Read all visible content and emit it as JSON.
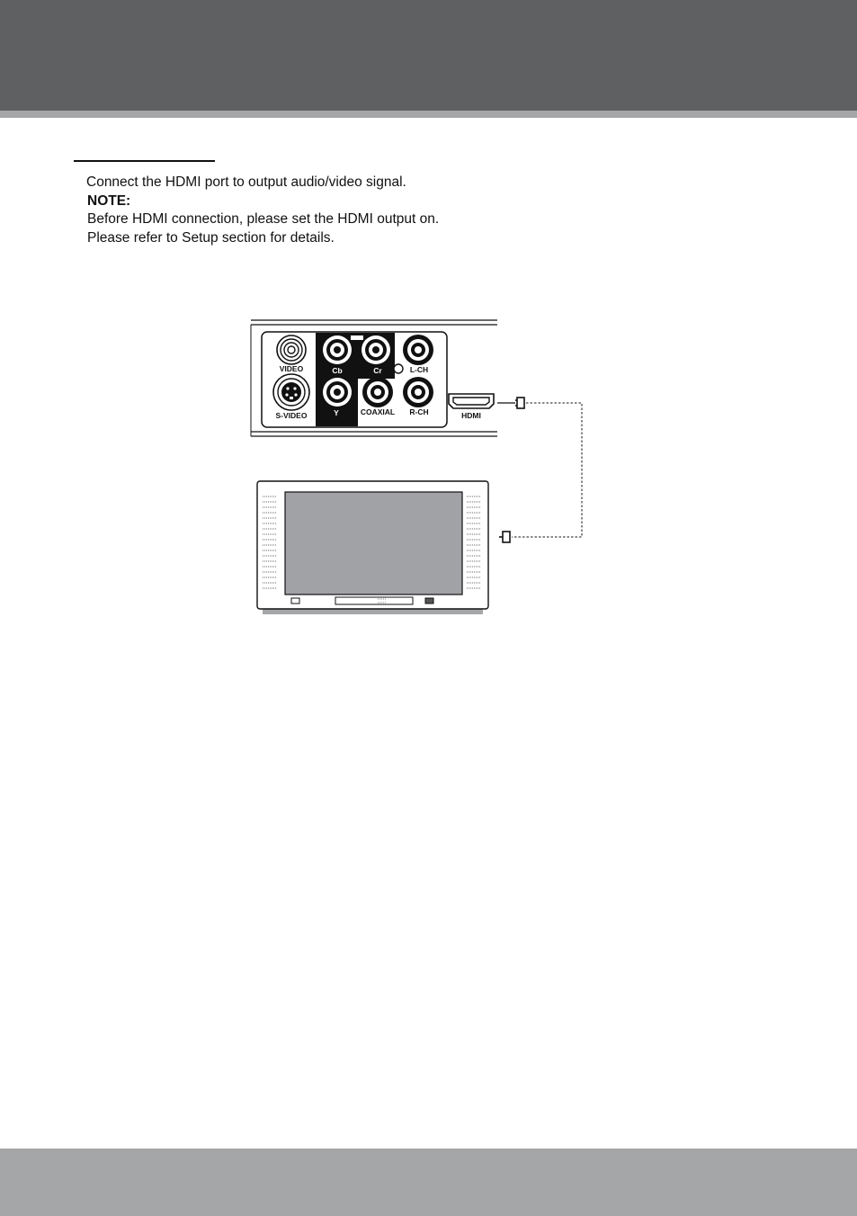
{
  "instructions": {
    "intro": "Connect the HDMI port to output audio/video signal.",
    "note_label": "NOTE:",
    "note_lines": [
      "Before HDMI connection, please set the HDMI output  on.",
      "Please refer to Setup section for details."
    ]
  },
  "diagram": {
    "port_labels": {
      "video": "VIDEO",
      "s_video": "S-VIDEO",
      "cb": "Cb",
      "cr": "Cr",
      "y": "Y",
      "coaxial": "COAXIAL",
      "l_ch": "L-CH",
      "r_ch": "R-CH",
      "hdmi": "HDMI"
    }
  },
  "colors": {
    "header": "#5f6062",
    "stripe": "#a5a6a8",
    "footer": "#a5a6a8",
    "tv_screen": "#a1a2a5",
    "panel_dark": "#111111"
  }
}
